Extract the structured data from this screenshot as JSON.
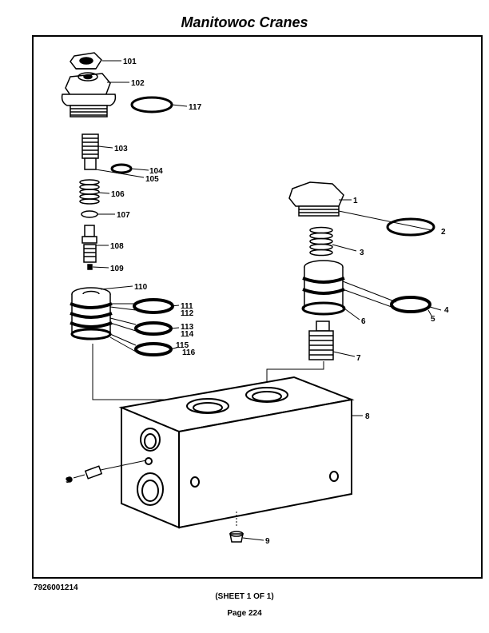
{
  "header": {
    "title": "Manitowoc Cranes"
  },
  "footer": {
    "doc_number": "7926001214",
    "sheet": "(SHEET 1 OF 1)",
    "page": "Page 224"
  },
  "callouts": {
    "c1": "1",
    "c2": "2",
    "c3": "3",
    "c4": "4",
    "c5": "5",
    "c6": "6",
    "c7": "7",
    "c8": "8",
    "c9a": "9",
    "c9b": "9",
    "c101": "101",
    "c102": "102",
    "c103": "103",
    "c104": "104",
    "c105": "105",
    "c106": "106",
    "c107": "107",
    "c108": "108",
    "c109": "109",
    "c110": "110",
    "c111": "111",
    "c112": "112",
    "c113": "113",
    "c114": "114",
    "c115": "115",
    "c116": "116",
    "c117": "117"
  }
}
